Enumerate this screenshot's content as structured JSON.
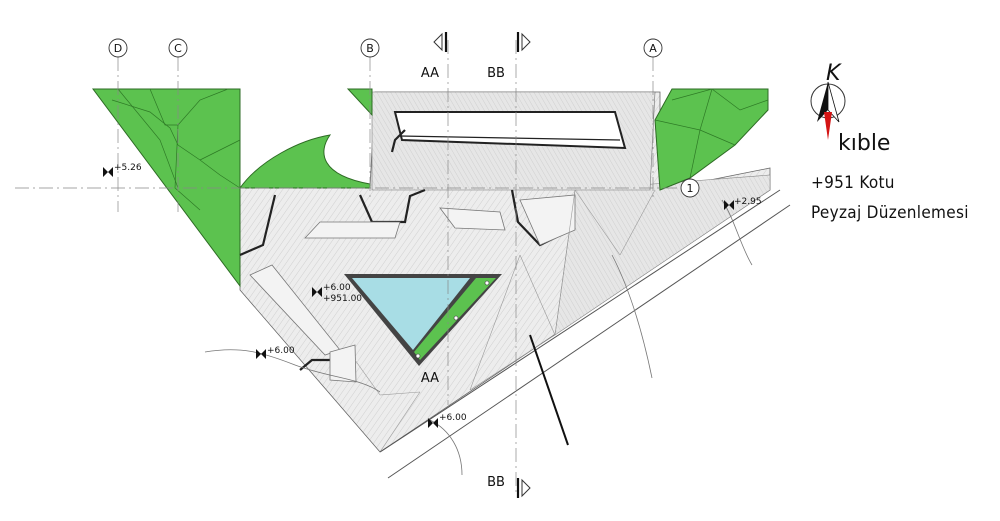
{
  "grid_axes": {
    "letters": [
      {
        "id": "D",
        "label": "D"
      },
      {
        "id": "C",
        "label": "C"
      },
      {
        "id": "B",
        "label": "B"
      },
      {
        "id": "A",
        "label": "A"
      }
    ],
    "number_marker": "1"
  },
  "sections": {
    "aa_label": "AA",
    "bb_label": "BB"
  },
  "elevations": {
    "left": "+5.26",
    "right": "+2.95",
    "pool_top": "+6.00",
    "pool_bottom": "+951.00",
    "west": "+6.00",
    "south": "+6.00"
  },
  "compass": {
    "north_letter": "K",
    "qibla_label": "kıble"
  },
  "legend": {
    "line1": "+951 Kotu",
    "line2": "Peyzaj Düzenlemesi"
  },
  "colors": {
    "landscape_green": "#5cc24f",
    "pool_blue": "#a8dde5",
    "paving": "#ececec",
    "qibla_red": "#d41414"
  }
}
